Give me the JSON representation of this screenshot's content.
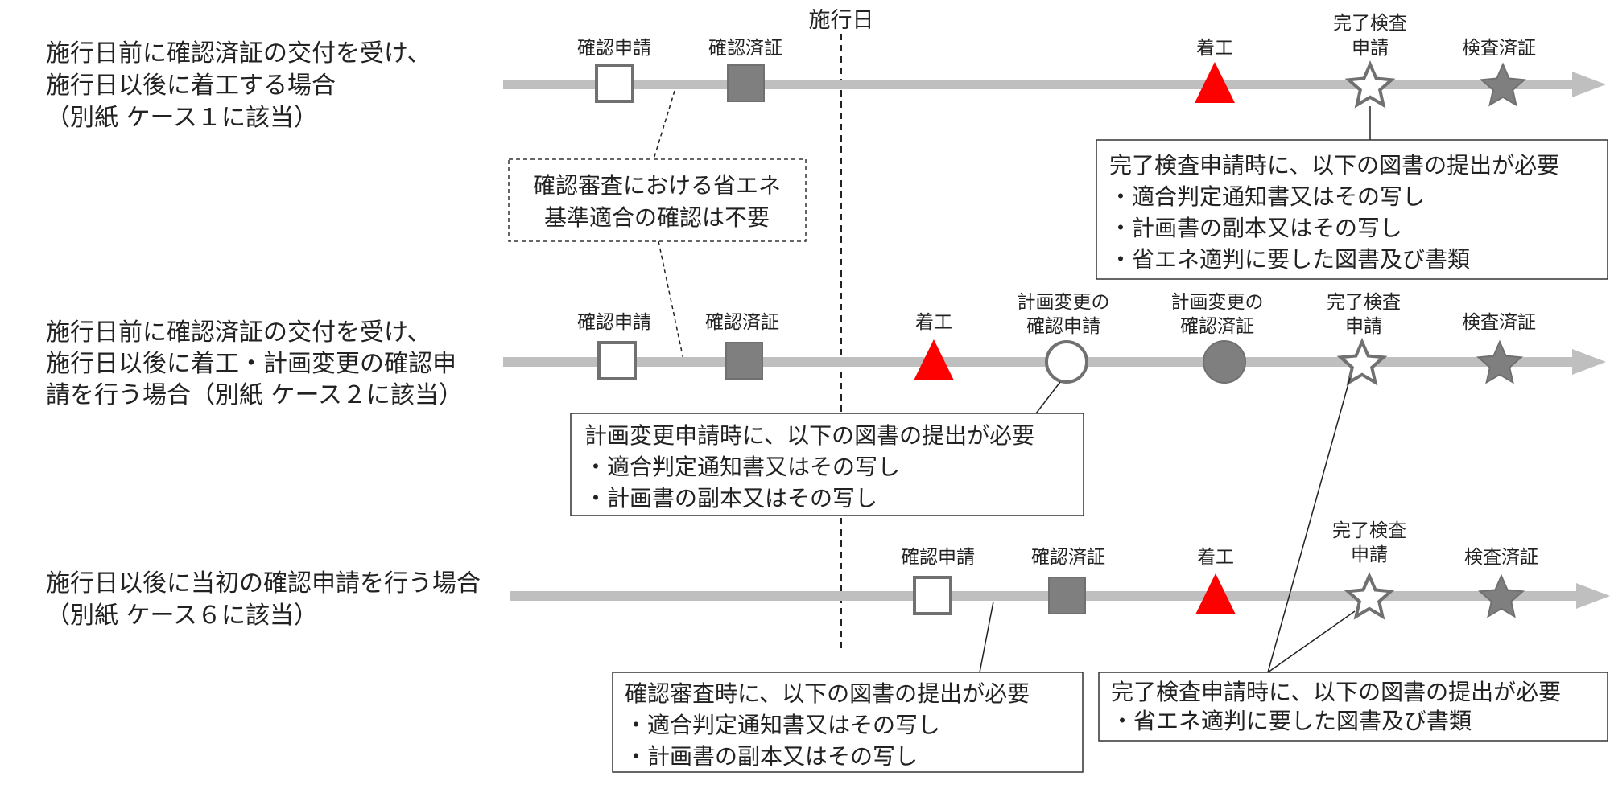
{
  "header": {
    "effective_date": "施行日"
  },
  "cases": [
    {
      "desc": [
        "施行日前に確認済証の交付を受け、",
        "施行日以後に着工する場合",
        "（別紙 ケース１に該当）"
      ],
      "labels": [
        "確認申請",
        "確認済証",
        "着工",
        "完了検査",
        "申請",
        "検査済証"
      ]
    },
    {
      "desc": [
        "施行日前に確認済証の交付を受け、",
        "施行日以後に着工・計画変更の確認申",
        "請を行う場合（別紙 ケース２に該当）"
      ],
      "labels": [
        "確認申請",
        "確認済証",
        "着工",
        "計画変更の",
        "確認申請",
        "計画変更の",
        "確認済証",
        "完了検査",
        "申請",
        "検査済証"
      ]
    },
    {
      "desc": [
        "施行日以後に当初の確認申請を行う場合",
        "（別紙 ケース６に該当）"
      ],
      "labels": [
        "確認申請",
        "確認済証",
        "着工",
        "完了検査",
        "申請",
        "検査済証"
      ]
    }
  ],
  "notes": {
    "dashed": [
      "確認審査における省エネ",
      "基準適合の確認は不要"
    ],
    "case1_completion": [
      "完了検査申請時に、以下の図書の提出が必要",
      "・適合判定通知書又はその写し",
      "・計画書の副本又はその写し",
      "・省エネ適判に要した図書及び書類"
    ],
    "case2_change": [
      "計画変更申請時に、以下の図書の提出が必要",
      "・適合判定通知書又はその写し",
      "・計画書の副本又はその写し"
    ],
    "case3_review": [
      "確認審査時に、以下の図書の提出が必要",
      "・適合判定通知書又はその写し",
      "・計画書の副本又はその写し"
    ],
    "case3_completion": [
      "完了検査申請時に、以下の図書の提出が必要",
      "・省エネ適判に要した図書及び書類"
    ]
  },
  "colors": {
    "timeline": "#bfbfbf",
    "filled_gray": "#7f7f7f",
    "outline_gray": "#707070",
    "start_red": "#ff0000",
    "text": "#222222"
  }
}
